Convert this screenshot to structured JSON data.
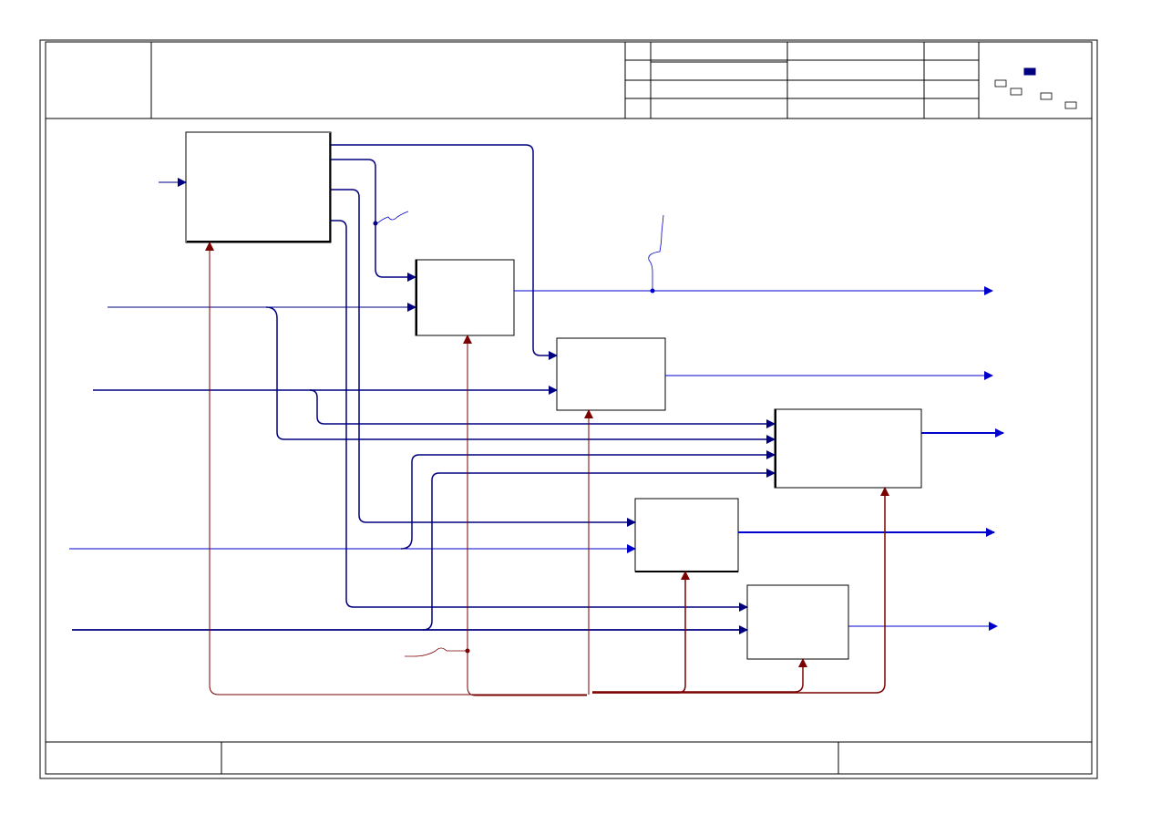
{
  "diagram": {
    "kind": "IDEF0 node diagram",
    "colors": {
      "border": "#000000",
      "input_arrow": "#0000CC",
      "input_line_dark": "#000080",
      "mechanism_arrow": "#7B0000",
      "node_indicator_selected": "#000080"
    },
    "header": {
      "cell_a": "",
      "title_area": "",
      "rows": [
        {
          "c1": "",
          "c2": "",
          "c3": "",
          "c4": ""
        },
        {
          "c1": "",
          "c2": "",
          "c3": "",
          "c4": ""
        },
        {
          "c1": "",
          "c2": "",
          "c3": "",
          "c4": ""
        },
        {
          "c1": "",
          "c2": "",
          "c3": "",
          "c4": ""
        }
      ]
    },
    "footer": {
      "node": "",
      "title": "",
      "number": ""
    },
    "boxes": [
      {
        "id": "box-1",
        "label": ""
      },
      {
        "id": "box-2",
        "label": ""
      },
      {
        "id": "box-3",
        "label": ""
      },
      {
        "id": "box-4",
        "label": ""
      },
      {
        "id": "box-5",
        "label": ""
      },
      {
        "id": "box-6",
        "label": ""
      }
    ]
  }
}
